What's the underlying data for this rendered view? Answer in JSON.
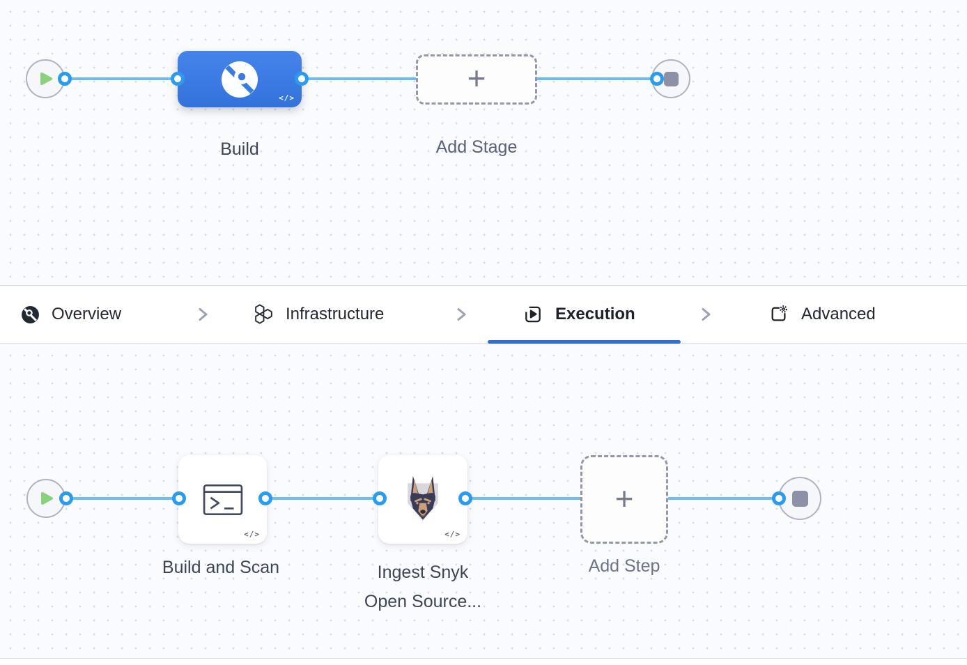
{
  "pipeline_canvas": {
    "stages": {
      "build": {
        "label": "Build",
        "code_badge": "</>",
        "icon": "harness-ci-stage-icon"
      },
      "add_stage": {
        "label": "Add Stage",
        "plus": "+"
      }
    }
  },
  "tab_bar": {
    "tabs": [
      {
        "label": "Overview",
        "icon": "pipeline-overview-icon",
        "active": false
      },
      {
        "label": "Infrastructure",
        "icon": "infrastructure-hexagons-icon",
        "active": false
      },
      {
        "label": "Execution",
        "icon": "execution-play-icon",
        "active": true
      },
      {
        "label": "Advanced",
        "icon": "advanced-gear-icon",
        "active": false
      }
    ],
    "separator_icon": "chevron-right-icon"
  },
  "execution_canvas": {
    "steps": [
      {
        "label": "Build and Scan",
        "icon": "run-step-terminal-icon",
        "code_badge": "</>"
      },
      {
        "label_lines": [
          "Ingest Snyk",
          "Open Source..."
        ],
        "icon": "snyk-dog-icon",
        "code_badge": "</>"
      }
    ],
    "add_step": {
      "label": "Add Step",
      "plus": "+"
    }
  },
  "colors": {
    "stage_node_blue": "#3b7ce2",
    "connector_line_blue": "#6cbdee",
    "connector_dot_ring_blue": "#2d9bed",
    "active_tab_underline_blue": "#2e6cd6",
    "play_triangle_green": "#8bd07c",
    "end_square_gray": "#8d90a7"
  }
}
